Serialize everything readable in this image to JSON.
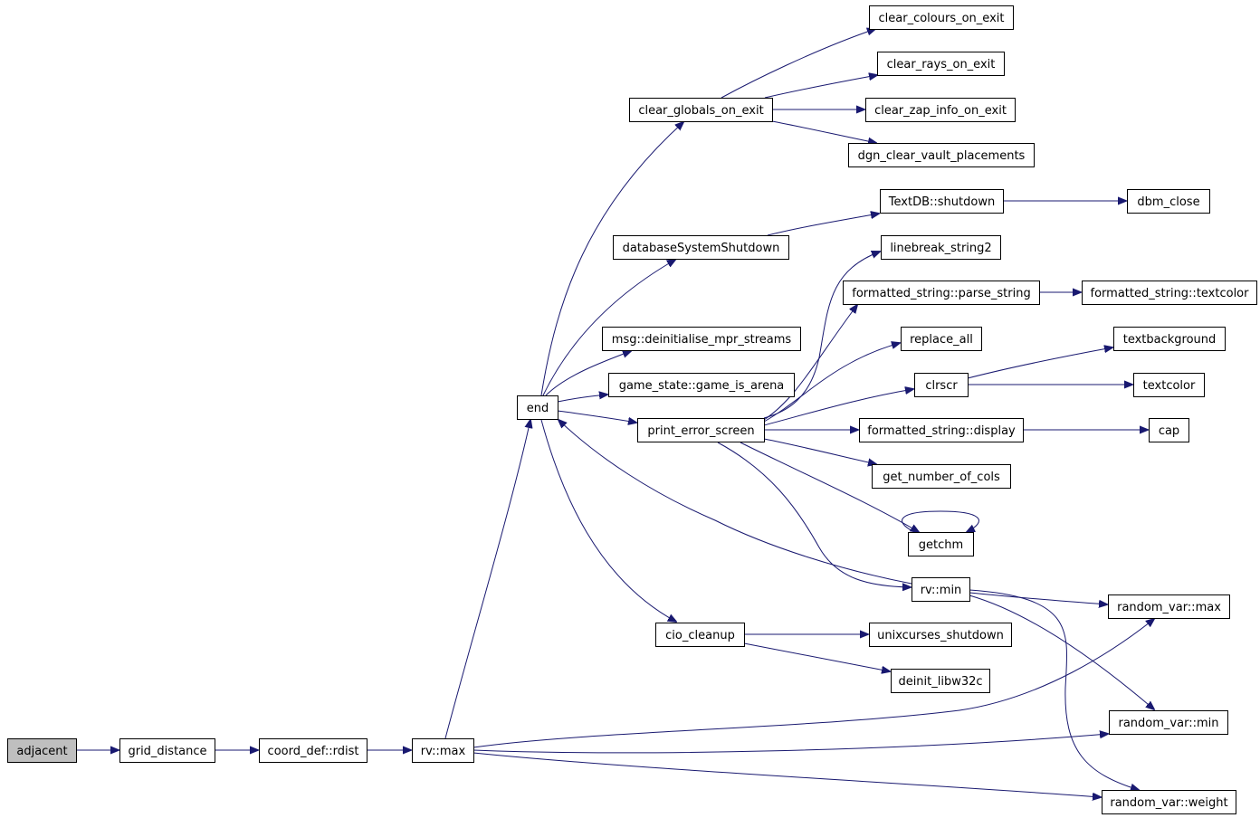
{
  "graph": {
    "edge_color": "#191970",
    "root_fill": "#bfbfbf",
    "node_fill": "#ffffff",
    "nodes": [
      {
        "id": "adjacent",
        "label": "adjacent",
        "root": true
      },
      {
        "id": "grid_distance",
        "label": "grid_distance"
      },
      {
        "id": "coord_def_rdist",
        "label": "coord_def::rdist"
      },
      {
        "id": "rv_max",
        "label": "rv::max"
      },
      {
        "id": "end",
        "label": "end"
      },
      {
        "id": "clear_globals_on_exit",
        "label": "clear_globals_on_exit"
      },
      {
        "id": "clear_colours_on_exit",
        "label": "clear_colours_on_exit"
      },
      {
        "id": "clear_rays_on_exit",
        "label": "clear_rays_on_exit"
      },
      {
        "id": "clear_zap_info_on_exit",
        "label": "clear_zap_info_on_exit"
      },
      {
        "id": "dgn_clear_vault_placements",
        "label": "dgn_clear_vault_placements"
      },
      {
        "id": "databaseSystemShutdown",
        "label": "databaseSystemShutdown"
      },
      {
        "id": "textdb_shutdown",
        "label": "TextDB::shutdown"
      },
      {
        "id": "dbm_close",
        "label": "dbm_close"
      },
      {
        "id": "msg_deinitialise",
        "label": "msg::deinitialise_mpr_streams"
      },
      {
        "id": "game_is_arena",
        "label": "game_state::game_is_arena"
      },
      {
        "id": "print_error_screen",
        "label": "print_error_screen"
      },
      {
        "id": "linebreak_string2",
        "label": "linebreak_string2"
      },
      {
        "id": "fs_parse_string",
        "label": "formatted_string::parse_string"
      },
      {
        "id": "fs_textcolor",
        "label": "formatted_string::textcolor"
      },
      {
        "id": "replace_all",
        "label": "replace_all"
      },
      {
        "id": "clrscr",
        "label": "clrscr"
      },
      {
        "id": "textbackground",
        "label": "textbackground"
      },
      {
        "id": "textcolor",
        "label": "textcolor"
      },
      {
        "id": "fs_display",
        "label": "formatted_string::display"
      },
      {
        "id": "cap",
        "label": "cap"
      },
      {
        "id": "get_number_of_cols",
        "label": "get_number_of_cols"
      },
      {
        "id": "getchm",
        "label": "getchm"
      },
      {
        "id": "rv_min",
        "label": "rv::min"
      },
      {
        "id": "random_var_max",
        "label": "random_var::max"
      },
      {
        "id": "random_var_min",
        "label": "random_var::min"
      },
      {
        "id": "random_var_weight",
        "label": "random_var::weight"
      },
      {
        "id": "cio_cleanup",
        "label": "cio_cleanup"
      },
      {
        "id": "unixcurses_shutdown",
        "label": "unixcurses_shutdown"
      },
      {
        "id": "deinit_libw32c",
        "label": "deinit_libw32c"
      }
    ],
    "edges": [
      {
        "from": "adjacent",
        "to": "grid_distance"
      },
      {
        "from": "grid_distance",
        "to": "coord_def_rdist"
      },
      {
        "from": "coord_def_rdist",
        "to": "rv_max"
      },
      {
        "from": "rv_max",
        "to": "end"
      },
      {
        "from": "rv_max",
        "to": "random_var_max"
      },
      {
        "from": "rv_max",
        "to": "random_var_min"
      },
      {
        "from": "rv_max",
        "to": "random_var_weight"
      },
      {
        "from": "end",
        "to": "clear_globals_on_exit"
      },
      {
        "from": "end",
        "to": "databaseSystemShutdown"
      },
      {
        "from": "end",
        "to": "msg_deinitialise"
      },
      {
        "from": "end",
        "to": "game_is_arena"
      },
      {
        "from": "end",
        "to": "print_error_screen"
      },
      {
        "from": "end",
        "to": "cio_cleanup"
      },
      {
        "from": "clear_globals_on_exit",
        "to": "clear_colours_on_exit"
      },
      {
        "from": "clear_globals_on_exit",
        "to": "clear_rays_on_exit"
      },
      {
        "from": "clear_globals_on_exit",
        "to": "clear_zap_info_on_exit"
      },
      {
        "from": "clear_globals_on_exit",
        "to": "dgn_clear_vault_placements"
      },
      {
        "from": "databaseSystemShutdown",
        "to": "textdb_shutdown"
      },
      {
        "from": "textdb_shutdown",
        "to": "dbm_close"
      },
      {
        "from": "print_error_screen",
        "to": "linebreak_string2"
      },
      {
        "from": "print_error_screen",
        "to": "fs_parse_string"
      },
      {
        "from": "print_error_screen",
        "to": "replace_all"
      },
      {
        "from": "print_error_screen",
        "to": "clrscr"
      },
      {
        "from": "print_error_screen",
        "to": "fs_display"
      },
      {
        "from": "print_error_screen",
        "to": "get_number_of_cols"
      },
      {
        "from": "print_error_screen",
        "to": "getchm"
      },
      {
        "from": "print_error_screen",
        "to": "rv_min"
      },
      {
        "from": "fs_parse_string",
        "to": "fs_textcolor"
      },
      {
        "from": "clrscr",
        "to": "textbackground"
      },
      {
        "from": "clrscr",
        "to": "textcolor"
      },
      {
        "from": "fs_display",
        "to": "cap"
      },
      {
        "from": "getchm",
        "to": "getchm"
      },
      {
        "from": "rv_min",
        "to": "end"
      },
      {
        "from": "rv_min",
        "to": "random_var_max"
      },
      {
        "from": "rv_min",
        "to": "random_var_min"
      },
      {
        "from": "rv_min",
        "to": "random_var_weight"
      },
      {
        "from": "cio_cleanup",
        "to": "unixcurses_shutdown"
      },
      {
        "from": "cio_cleanup",
        "to": "deinit_libw32c"
      }
    ]
  }
}
